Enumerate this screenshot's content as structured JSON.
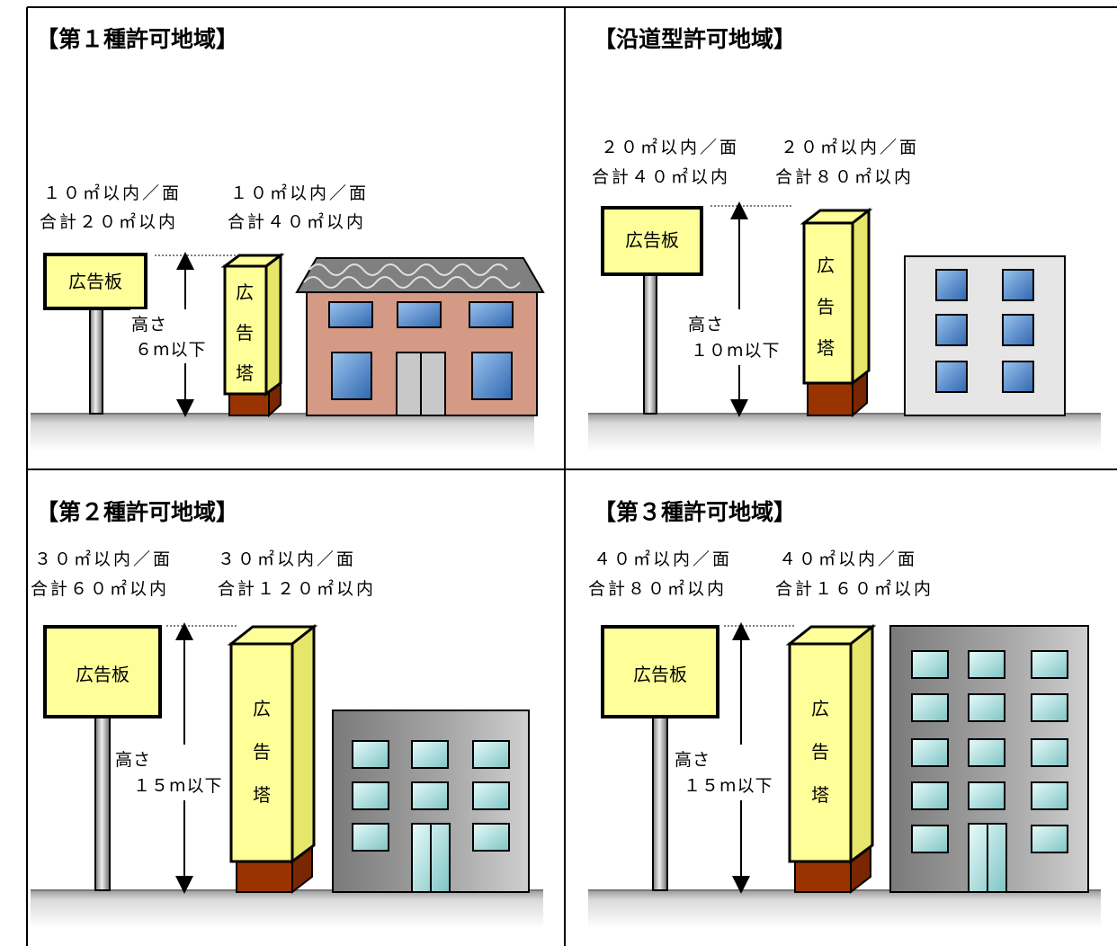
{
  "colors": {
    "sign_fill": "#ffff99",
    "sign_base": "#993300",
    "house_wall": "#d49a86",
    "roof": "#808080",
    "window": "#4f81bd",
    "building_light": "#e6e6e6",
    "building_gray": "#8c8c8c",
    "window_teal": "#bfe7e7"
  },
  "panels": [
    {
      "title": "【第１種許可地域】",
      "billboard_note": [
        "１０㎡以内／面",
        "合計２０㎡以内"
      ],
      "tower_note": [
        "１０㎡以内／面",
        "合計４０㎡以内"
      ],
      "billboard_label": "広告板",
      "tower_label": [
        "広",
        "告",
        "塔"
      ],
      "height_label": [
        "高さ",
        "６m以下"
      ],
      "building": "house"
    },
    {
      "title": "【沿道型許可地域】",
      "billboard_note": [
        "２０㎡以内／面",
        "合計４０㎡以内"
      ],
      "tower_note": [
        "２０㎡以内／面",
        "合計８０㎡以内"
      ],
      "billboard_label": "広告板",
      "tower_label": [
        "広",
        "告",
        "塔"
      ],
      "height_label": [
        "高さ",
        "１０m以下"
      ],
      "building": "small-office"
    },
    {
      "title": "【第２種許可地域】",
      "billboard_note": [
        "３０㎡以内／面",
        "合計６０㎡以内"
      ],
      "tower_note": [
        "３０㎡以内／面",
        "合計１２０㎡以内"
      ],
      "billboard_label": "広告板",
      "tower_label": [
        "広",
        "告",
        "塔"
      ],
      "height_label": [
        "高さ",
        "１５m以下"
      ],
      "building": "office"
    },
    {
      "title": "【第３種許可地域】",
      "billboard_note": [
        "４０㎡以内／面",
        "合計８０㎡以内"
      ],
      "tower_note": [
        "４０㎡以内／面",
        "合計１６０㎡以内"
      ],
      "billboard_label": "広告板",
      "tower_label": [
        "広",
        "告",
        "塔"
      ],
      "height_label": [
        "高さ",
        "１５m以下"
      ],
      "building": "tall-office"
    }
  ]
}
